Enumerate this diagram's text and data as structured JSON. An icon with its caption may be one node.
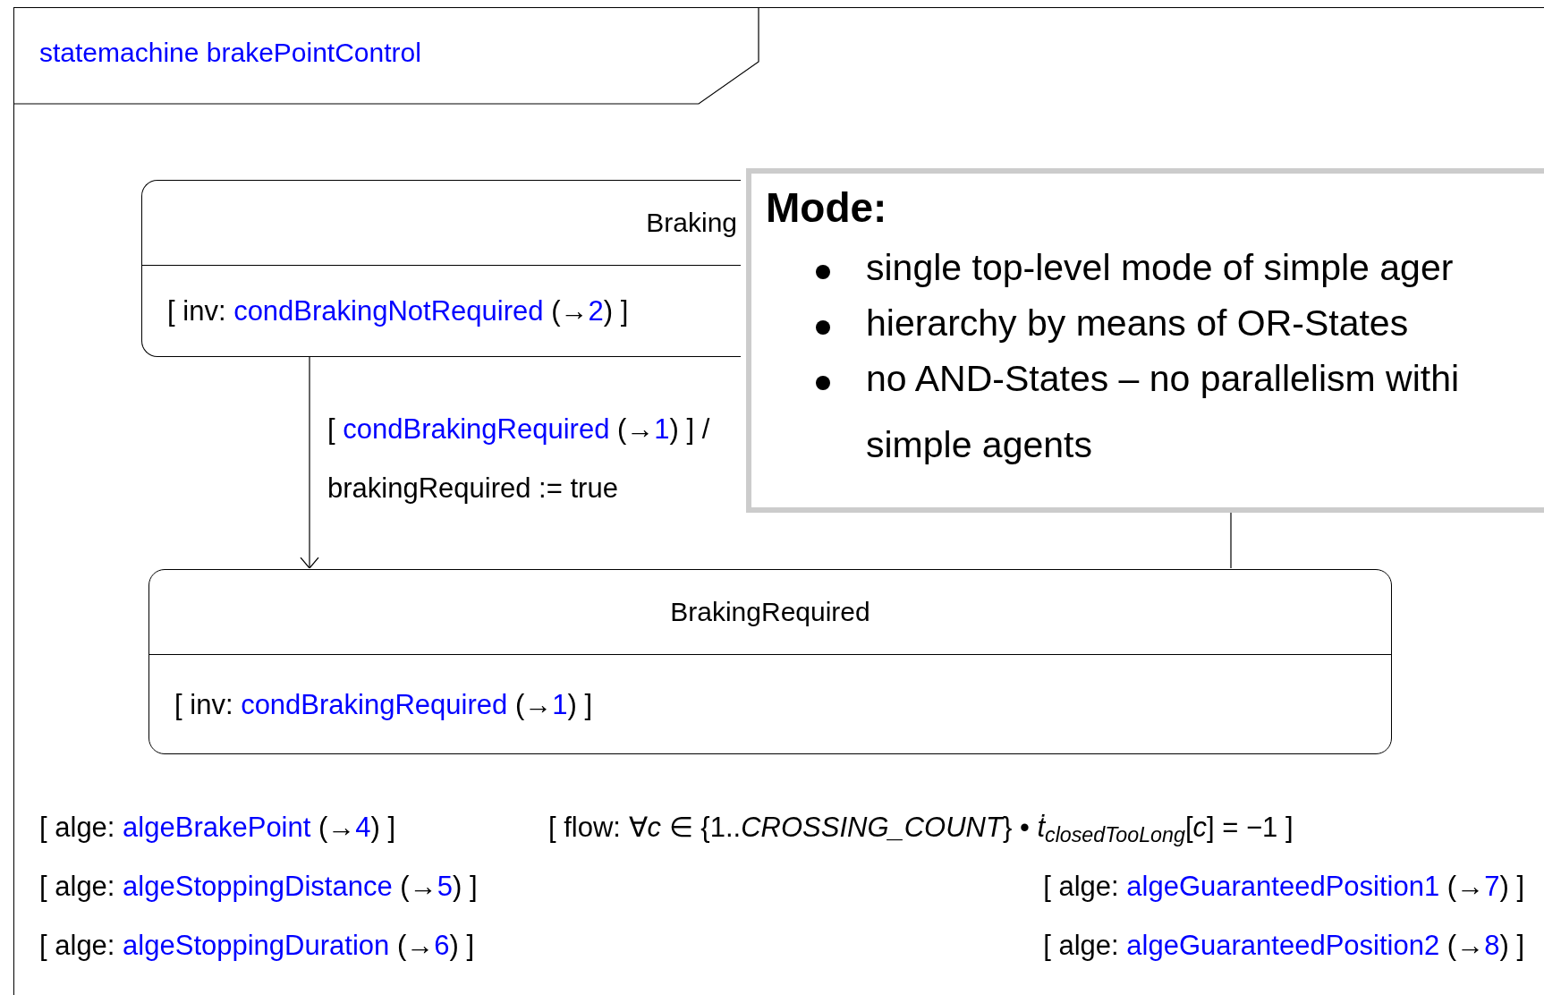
{
  "diagram": {
    "nodes": [
      {
        "text": [
          "statemachine brakePointControl"
        ]
      },
      {
        "text": [
          "Braking",
          "[ inv: condBrakingNotRequired (→2) ]"
        ],
        "in": 0
      },
      {
        "text": [
          "BrakingRequired",
          "[ inv: condBrakingRequired (→1) ]"
        ],
        "in": 0
      },
      {
        "text": [
          "Mode:",
          "single top-level mode of simple ager",
          "hierarchy by means of OR-States",
          "no AND-States – no parallelism withi simple agents"
        ],
        "in": 0
      }
    ],
    "edges": [
      {
        "from": 1,
        "to": 2,
        "arrow": "to",
        "label": "[ condBrakingRequired (→1) ] / brakingRequired := true"
      },
      {
        "from": 2,
        "to": 3,
        "arrow": "none"
      }
    ],
    "labels": [
      "[ alge: algeBrakePoint (→4) ]",
      "[ flow: ∀*c* ∈ {1..*CROSSING_COUNT*} • *ṫ*$_{closedTooLong}$[*c*] = −1 ]",
      "[ alge: algeStoppingDistance (→5) ]",
      "[ alge: algeGuaranteedPosition1 (→7) ]",
      "[ alge: algeStoppingDuration (→6) ]",
      "[ alge: algeGuaranteedPosition2 (→8) ]"
    ]
  }
}
